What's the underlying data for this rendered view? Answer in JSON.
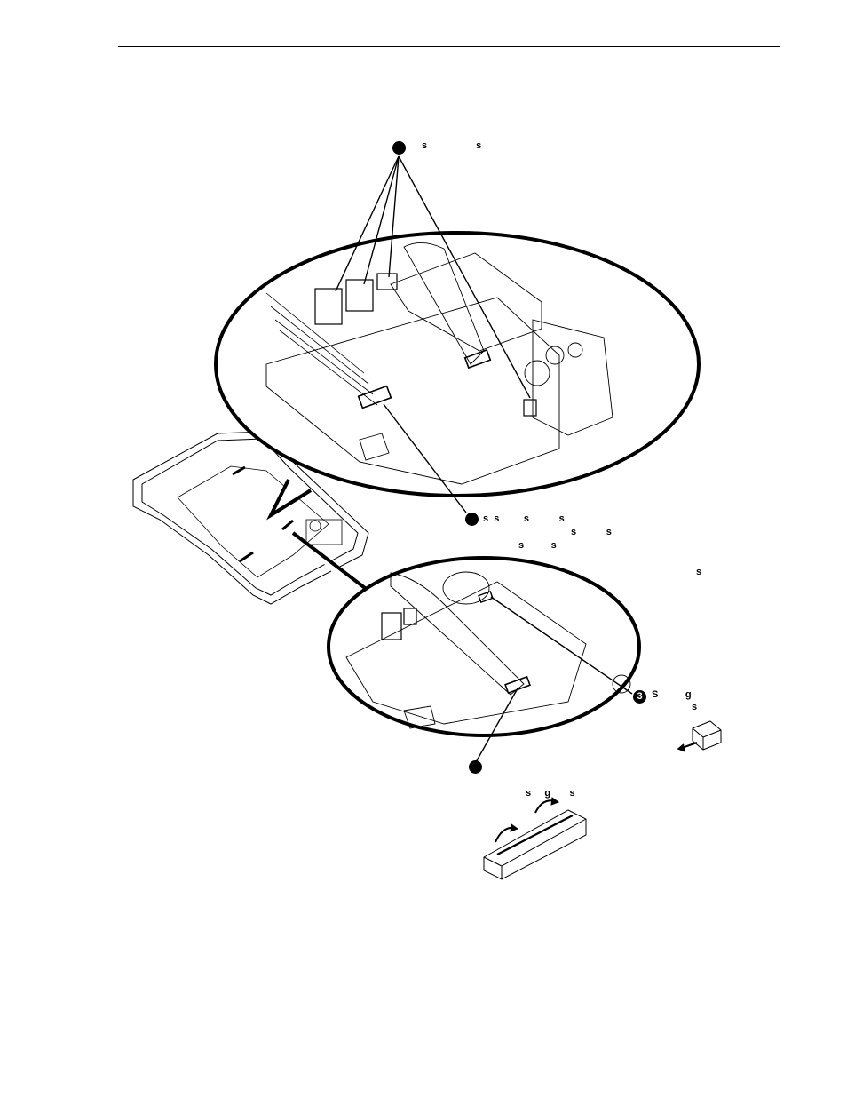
{
  "callouts": [
    {
      "number": "",
      "lines": [
        "s                  s"
      ]
    },
    {
      "number": "",
      "lines": [
        "s  s         s           s",
        "s           s",
        "s          s",
        "s"
      ]
    },
    {
      "number": "3",
      "lines": [
        "S          g",
        "s"
      ]
    },
    {
      "number": "",
      "lines": [
        "s     g       s"
      ]
    }
  ],
  "colors": {
    "ink": "#000000",
    "paper": "#ffffff"
  }
}
